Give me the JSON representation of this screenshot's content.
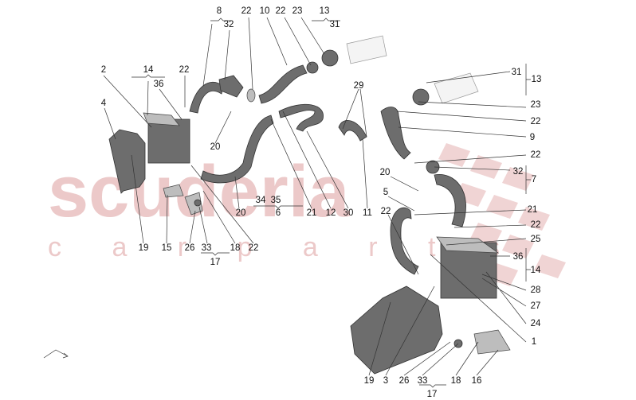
{
  "watermark": {
    "brand": "scuderia",
    "subtitle": "c a r p a r t s",
    "color": "#ecc9c9"
  },
  "labels": [
    {
      "id": "l8",
      "text": "8"
    },
    {
      "id": "l32a",
      "text": "32"
    },
    {
      "id": "l22a",
      "text": "22"
    },
    {
      "id": "l10",
      "text": "10"
    },
    {
      "id": "l22b",
      "text": "22"
    },
    {
      "id": "l23a",
      "text": "23"
    },
    {
      "id": "l13a",
      "text": "13"
    },
    {
      "id": "l31a",
      "text": "31"
    },
    {
      "id": "l2",
      "text": "2"
    },
    {
      "id": "l14a",
      "text": "14"
    },
    {
      "id": "l36a",
      "text": "36"
    },
    {
      "id": "l22c",
      "text": "22"
    },
    {
      "id": "l4",
      "text": "4"
    },
    {
      "id": "l20a",
      "text": "20"
    },
    {
      "id": "l34",
      "text": "34"
    },
    {
      "id": "l35",
      "text": "35"
    },
    {
      "id": "l6",
      "text": "6"
    },
    {
      "id": "l20b",
      "text": "20"
    },
    {
      "id": "l21a",
      "text": "21"
    },
    {
      "id": "l12",
      "text": "12"
    },
    {
      "id": "l30",
      "text": "30"
    },
    {
      "id": "l11",
      "text": "11"
    },
    {
      "id": "l29",
      "text": "29"
    },
    {
      "id": "l19a",
      "text": "19"
    },
    {
      "id": "l15",
      "text": "15"
    },
    {
      "id": "l26a",
      "text": "26"
    },
    {
      "id": "l33a",
      "text": "33"
    },
    {
      "id": "l18a",
      "text": "18"
    },
    {
      "id": "l22d",
      "text": "22"
    },
    {
      "id": "l17a",
      "text": "17"
    },
    {
      "id": "l31b",
      "text": "31"
    },
    {
      "id": "l13b",
      "text": "13"
    },
    {
      "id": "l23b",
      "text": "23"
    },
    {
      "id": "l22e",
      "text": "22"
    },
    {
      "id": "l9",
      "text": "9"
    },
    {
      "id": "l22f",
      "text": "22"
    },
    {
      "id": "l20c",
      "text": "20"
    },
    {
      "id": "l32b",
      "text": "32"
    },
    {
      "id": "l7",
      "text": "7"
    },
    {
      "id": "l5",
      "text": "5"
    },
    {
      "id": "l22g",
      "text": "22"
    },
    {
      "id": "l21b",
      "text": "21"
    },
    {
      "id": "l22h",
      "text": "22"
    },
    {
      "id": "l25",
      "text": "25"
    },
    {
      "id": "l36b",
      "text": "36"
    },
    {
      "id": "l14b",
      "text": "14"
    },
    {
      "id": "l28",
      "text": "28"
    },
    {
      "id": "l27",
      "text": "27"
    },
    {
      "id": "l24",
      "text": "24"
    },
    {
      "id": "l1",
      "text": "1"
    },
    {
      "id": "l19b",
      "text": "19"
    },
    {
      "id": "l3",
      "text": "3"
    },
    {
      "id": "l26b",
      "text": "26"
    },
    {
      "id": "l33b",
      "text": "33"
    },
    {
      "id": "l18b",
      "text": "18"
    },
    {
      "id": "l16",
      "text": "16"
    },
    {
      "id": "l17b",
      "text": "17"
    }
  ]
}
